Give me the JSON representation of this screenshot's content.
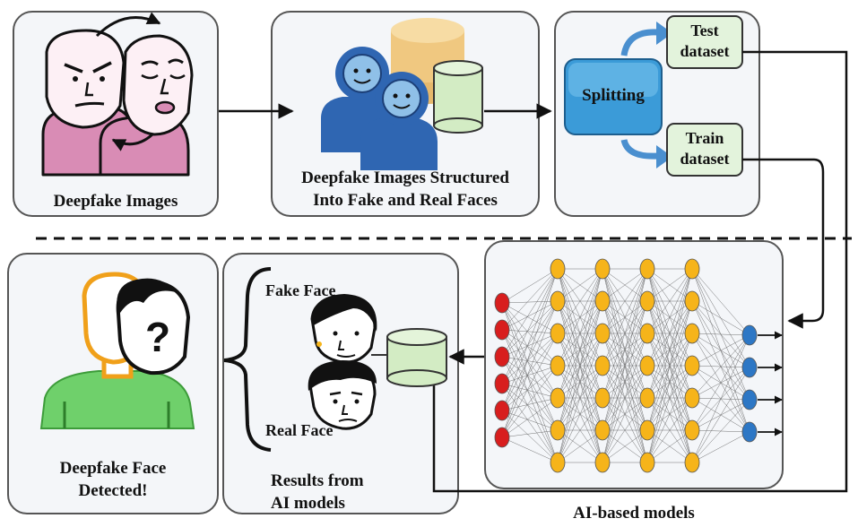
{
  "top_row": {
    "deepfake_images": "Deepfake Images",
    "structured_line1": "Deepfake Images Structured",
    "structured_line2": "Into Fake and Real Faces",
    "splitting": "Splitting",
    "test_line1": "Test",
    "test_line2": "dataset",
    "train_line1": "Train",
    "train_line2": "dataset"
  },
  "bottom_row": {
    "detected_line1": "Deepfake Face",
    "detected_line2": "Detected!",
    "fake_face": "Fake Face",
    "real_face": "Real Face",
    "results_line1": "Results from",
    "results_line2": "AI models",
    "ai_models": "AI-based models"
  },
  "colors": {
    "panel_bg": "#f4f6f9",
    "split_blue": "#3b9bd8",
    "dataset_green": "#e3f3dc",
    "db_green": "#d3ecc4",
    "person_blue": "#2f66b2",
    "face_pink": "#d98cb5",
    "input_node": "#d81e1e",
    "hidden_node": "#f6b41a",
    "output_node": "#2d77c5",
    "shirt_green": "#6fd06b"
  }
}
